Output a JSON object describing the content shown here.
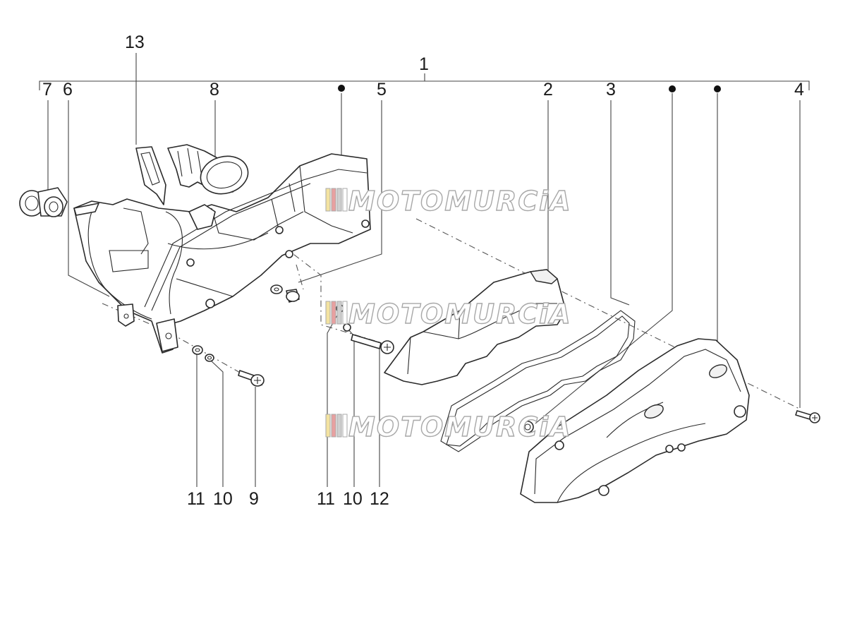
{
  "callouts": {
    "c1": "1",
    "c2": "2",
    "c3": "3",
    "c4": "4",
    "c5": "5",
    "c6": "6",
    "c7": "7",
    "c8": "8",
    "c9": "9",
    "c10a": "10",
    "c10b": "10",
    "c11a": "11",
    "c11b": "11",
    "c12": "12",
    "c13": "13"
  },
  "watermark": {
    "text": "MOTOMURCiA"
  },
  "colors": {
    "line": "#2a2a2a",
    "watermark_outline": "#a8a8a8",
    "flag_red": "#e8a0a0",
    "flag_yellow": "#f3e3a0",
    "flag_gray": "#cfcfcf"
  },
  "markers": [
    "bullet-dot",
    "bullet-dot",
    "bullet-dot"
  ]
}
